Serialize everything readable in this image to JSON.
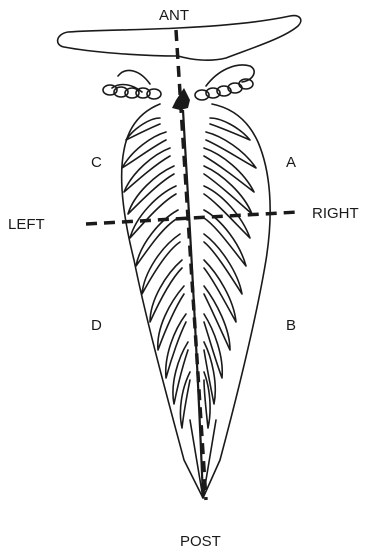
{
  "labels": {
    "anterior": "ANT",
    "posterior": "POST",
    "left": "LEFT",
    "right": "RIGHT",
    "quadrant_a": "A",
    "quadrant_b": "B",
    "quadrant_c": "C",
    "quadrant_d": "D"
  },
  "colors": {
    "ink": "#1a1a1a",
    "background": "#ffffff"
  }
}
